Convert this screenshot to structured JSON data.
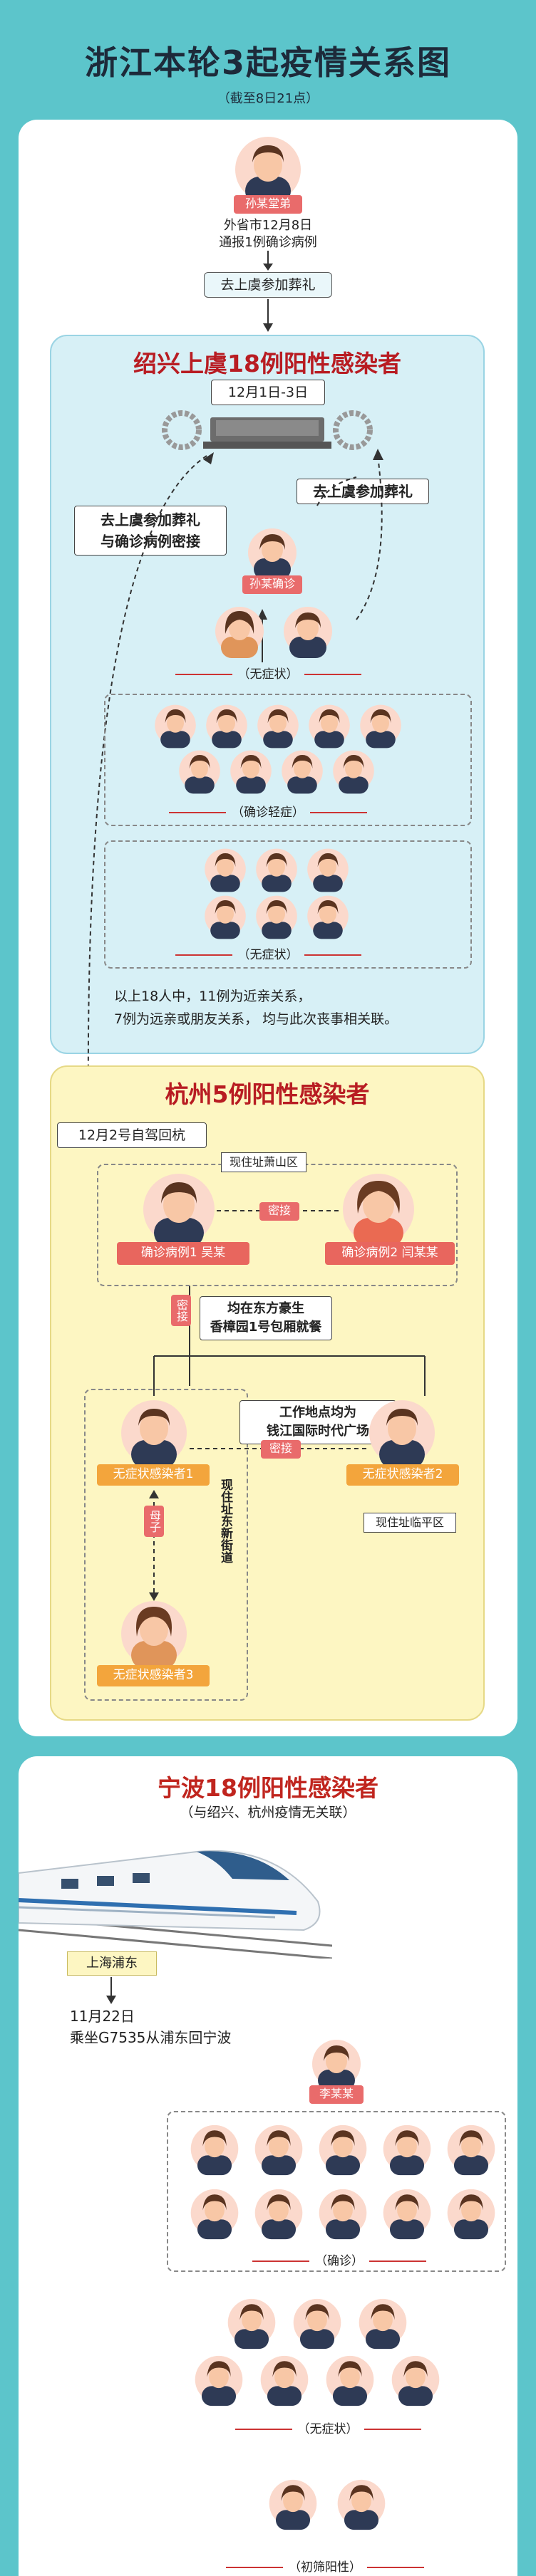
{
  "header": {
    "title": "浙江本轮3起疫情关系图",
    "subtitle": "（截至8日21点）"
  },
  "origin": {
    "name": "孙某堂弟",
    "desc_line1": "外省市12月8日",
    "desc_line2": "通报1例确诊病例",
    "arrow_label": "去上虞参加葬礼"
  },
  "shaoxing": {
    "title": "绍兴上虞18例阳性感染者",
    "date": "12月1日-3日",
    "note_left": "去上虞参加葬礼\n与确诊病例密接",
    "note_right": "去上虞参加葬礼",
    "center_person": "孙某确诊",
    "group1_label": "（无症状）",
    "group2_label": "（确诊轻症）",
    "group3_label": "（无症状）",
    "summary_line1": "以上18人中，11例为近亲关系，",
    "summary_line2": "7例为远亲或朋友关系，  均与此次丧事相关联。"
  },
  "hangzhou": {
    "title": "杭州5例阳性感染者",
    "drive_label": "12月2号自驾回杭",
    "area_top": "现住址萧山区",
    "case1": "确诊病例1 吴某",
    "case2": "确诊病例2 闫某某",
    "contact_h": "密接",
    "contact_v": "密接",
    "dine_line1": "均在东方豪生",
    "dine_line2": "香樟园1号包厢就餐",
    "work_line1": "工作地点均为",
    "work_line2": "钱江国际时代广场",
    "contact_h2": "密接",
    "asym1": "无症状感染者1",
    "asym2": "无症状感染者2",
    "area_right": "现住址临平区",
    "mother_child": "母子",
    "area_left_vertical": "现住址东新街道",
    "asym3": "无症状感染者3"
  },
  "ningbo": {
    "title": "宁波18例阳性感染者",
    "subtitle": "（与绍兴、杭州疫情无关联）",
    "station": "上海浦东",
    "date": "11月22日",
    "train": "乘坐G7535从浦东回宁波",
    "person": "李某某",
    "group1_label": "（确诊）",
    "group2_label": "（无症状）",
    "group3_label": "（初筛阳性）"
  },
  "colors": {
    "background": "#5cc5cb",
    "shaoxing_panel": "#d7f0f6",
    "hangzhou_panel": "#fdf6c2",
    "title_red": "#b81c22",
    "badge_orange": "#f3a53c",
    "badge_red": "#e8665e"
  }
}
